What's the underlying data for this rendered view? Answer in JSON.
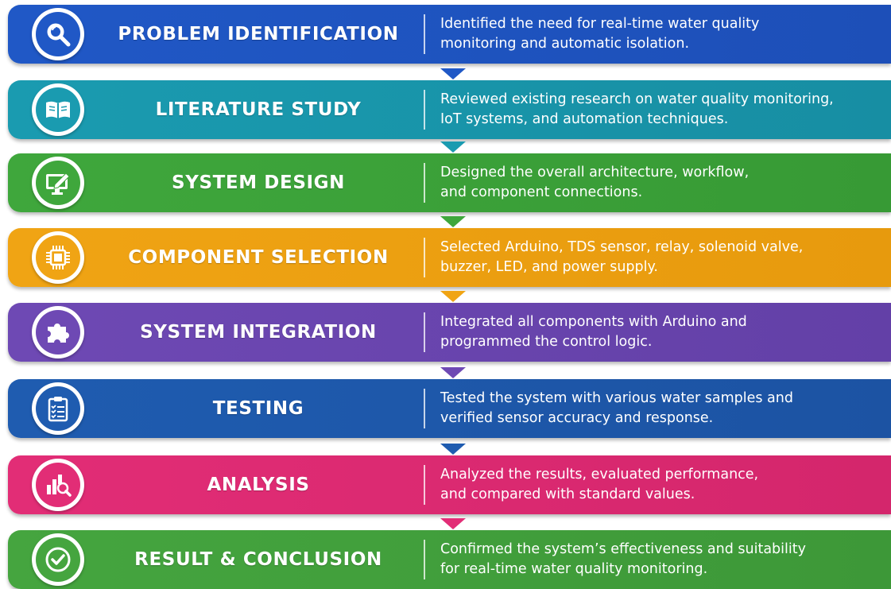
{
  "steps": [
    {
      "title": "PROBLEM IDENTIFICATION",
      "icon": "magnifier-icon",
      "color": "#2058c6",
      "color2": "#1d4fb8",
      "desc": [
        "Identified the need for real-time water quality",
        "monitoring and automatic isolation."
      ]
    },
    {
      "title": "LITERATURE STUDY",
      "icon": "book-icon",
      "color": "#1a9bb0",
      "color2": "#178ea3",
      "desc": [
        "Reviewed existing research on water quality monitoring,",
        "IoT systems, and automation techniques."
      ]
    },
    {
      "title": "SYSTEM DESIGN",
      "icon": "monitor-design-icon",
      "color": "#3fa73c",
      "color2": "#379a35",
      "desc": [
        "Designed the overall architecture, workflow,",
        "and component connections."
      ]
    },
    {
      "title": "COMPONENT SELECTION",
      "icon": "chip-icon",
      "color": "#f0a414",
      "color2": "#e79a0d",
      "desc": [
        "Selected Arduino, TDS sensor, relay, solenoid valve,",
        "buzzer, LED, and power supply."
      ]
    },
    {
      "title": "SYSTEM INTEGRATION",
      "icon": "puzzle-icon",
      "color": "#6e49b4",
      "color2": "#6340a7",
      "desc": [
        "Integrated all components with Arduino and",
        "programmed the control logic."
      ]
    },
    {
      "title": "TESTING",
      "icon": "clipboard-checklist-icon",
      "color": "#1f5cb0",
      "color2": "#1c53a3",
      "desc": [
        "Tested the system with various water samples and",
        "verified sensor accuracy and response."
      ]
    },
    {
      "title": "ANALYSIS",
      "icon": "chart-magnifier-icon",
      "color": "#e22d76",
      "color2": "#d4266c",
      "desc": [
        "Analyzed the results, evaluated performance,",
        "and compared with standard values."
      ]
    },
    {
      "title": "RESULT & CONCLUSION",
      "icon": "check-circle-icon",
      "color": "#45a53f",
      "color2": "#3d9838",
      "desc": [
        "Confirmed the system’s effectiveness and suitability",
        "for real-time water quality monitoring."
      ]
    }
  ]
}
